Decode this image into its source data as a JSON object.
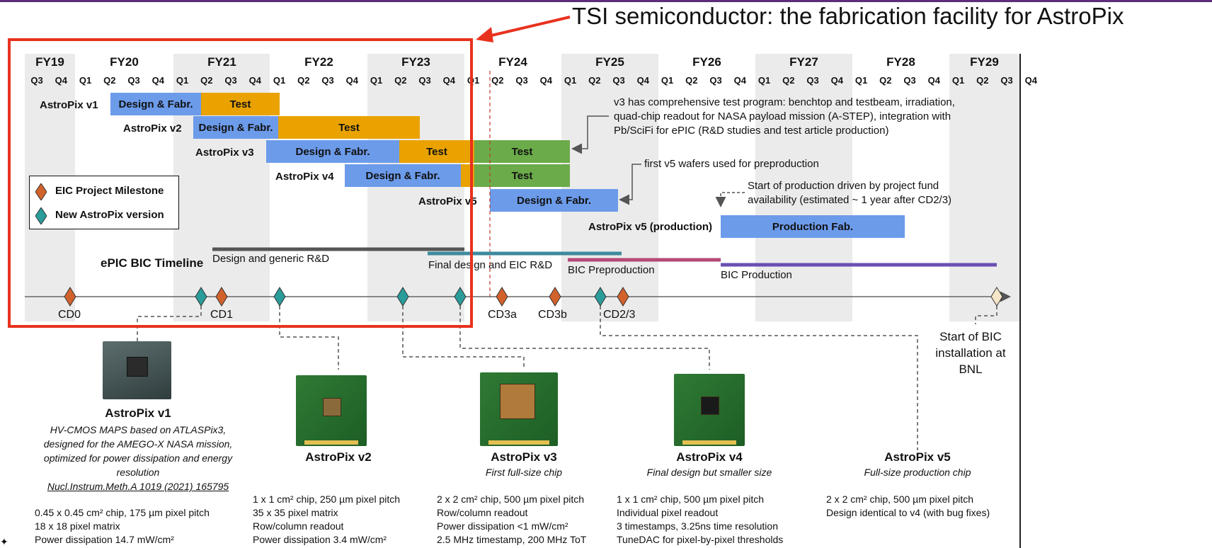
{
  "callout": "TSI semiconductor: the fabrication facility for AstroPix",
  "timeline": {
    "fiscal_years": [
      "FY19",
      "FY20",
      "FY21",
      "FY22",
      "FY23",
      "FY24",
      "FY25",
      "FY26",
      "FY27",
      "FY28",
      "FY29"
    ],
    "quarters": [
      "Q3",
      "Q4",
      "Q1",
      "Q2",
      "Q3",
      "Q4",
      "Q1",
      "Q2",
      "Q3",
      "Q4",
      "Q1",
      "Q2",
      "Q3",
      "Q4",
      "Q1",
      "Q2",
      "Q3",
      "Q4",
      "Q1",
      "Q2",
      "Q3",
      "Q4",
      "Q1",
      "Q2",
      "Q3",
      "Q4",
      "Q1",
      "Q2",
      "Q3",
      "Q4",
      "Q1",
      "Q2",
      "Q3",
      "Q4",
      "Q1",
      "Q2",
      "Q3",
      "Q4",
      "Q1",
      "Q2",
      "Q3",
      "Q4"
    ]
  },
  "versions": {
    "v1": {
      "label": "AstroPix v1",
      "design": "Design & Fabr.",
      "test": "Test"
    },
    "v2": {
      "label": "AstroPix v2",
      "design": "Design & Fabr.",
      "test": "Test"
    },
    "v3": {
      "label": "AstroPix v3",
      "design": "Design & Fabr.",
      "test": "Test",
      "test2": "Test"
    },
    "v4": {
      "label": "AstroPix v4",
      "design": "Design & Fabr.",
      "test2": "Test"
    },
    "v5": {
      "label": "AstroPix v5",
      "design": "Design & Fabr."
    },
    "v5prod": {
      "label": "AstroPix v5 (production)",
      "bar": "Production Fab."
    }
  },
  "notes": {
    "v3_line1": "v3 has comprehensive test program: benchtop and testbeam, irradiation,",
    "v3_line2": "quad-chip readout for NASA payload mission (A-STEP), integration with",
    "v3_line3": "Pb/SciFi for ePIC (R&D studies and test article production)",
    "v5_wafers": "first v5 wafers used for preproduction",
    "prod_line1": "Start of production driven by project fund",
    "prod_line2": "availability (estimated ~ 1 year after CD2/3)"
  },
  "legend": {
    "milestone": "EIC Project Milestone",
    "version": "New AstroPix version"
  },
  "bic": {
    "title": "ePIC BIC Timeline",
    "phases": [
      "Design and generic R&D",
      "Final design and EIC R&D",
      "BIC Preproduction",
      "BIC Production"
    ],
    "phase_colors": [
      "#555555",
      "#3d8a9e",
      "#b44a78",
      "#6a4fb3"
    ]
  },
  "milestones": [
    "CD0",
    "CD1",
    "CD3a",
    "CD3b",
    "CD2/3"
  ],
  "bic_install": [
    "Start of BIC",
    "installation at",
    "BNL"
  ],
  "colors": {
    "milestone": "#d2622c",
    "version": "#2a9c9a",
    "red_box": "#e8321e",
    "design": "#6c9bea",
    "test": "#e9a200",
    "test_green": "#6bab4a"
  },
  "chips": {
    "v1": {
      "title": "AstroPix v1",
      "desc": [
        "HV-CMOS MAPS based on ATLASPix3,",
        "designed for the AMEGO-X NASA mission,",
        "optimized for power dissipation and energy",
        "resolution"
      ],
      "ref": "Nucl.Instrum.Meth.A 1019 (2021) 165795",
      "specs": [
        "0.45 x 0.45 cm² chip, 175 µm pixel pitch",
        "18 x 18 pixel matrix",
        "Power dissipation 14.7 mW/cm²"
      ]
    },
    "v2": {
      "title": "AstroPix v2",
      "specs": [
        "1 x 1 cm² chip, 250 µm pixel pitch",
        "35 x 35 pixel matrix",
        "Row/column readout",
        "Power dissipation 3.4 mW/cm²"
      ]
    },
    "v3": {
      "title": "AstroPix v3",
      "subtitle": "First full-size chip",
      "specs": [
        "2 x 2 cm² chip, 500 µm pixel pitch",
        "Row/column readout",
        "Power dissipation <1 mW/cm²",
        "2.5 MHz timestamp, 200 MHz ToT"
      ]
    },
    "v4": {
      "title": "AstroPix v4",
      "subtitle": "Final design but smaller size",
      "specs": [
        "1 x 1 cm² chip, 500 µm pixel pitch",
        "Individual pixel readout",
        "3 timestamps, 3.25ns time resolution",
        "TuneDAC for pixel-by-pixel thresholds"
      ]
    },
    "v5": {
      "title": "AstroPix v5",
      "subtitle": "Full-size production chip",
      "specs": [
        "2 x 2 cm² chip, 500 µm pixel pitch",
        "Design identical to v4 (with bug fixes)"
      ]
    }
  }
}
